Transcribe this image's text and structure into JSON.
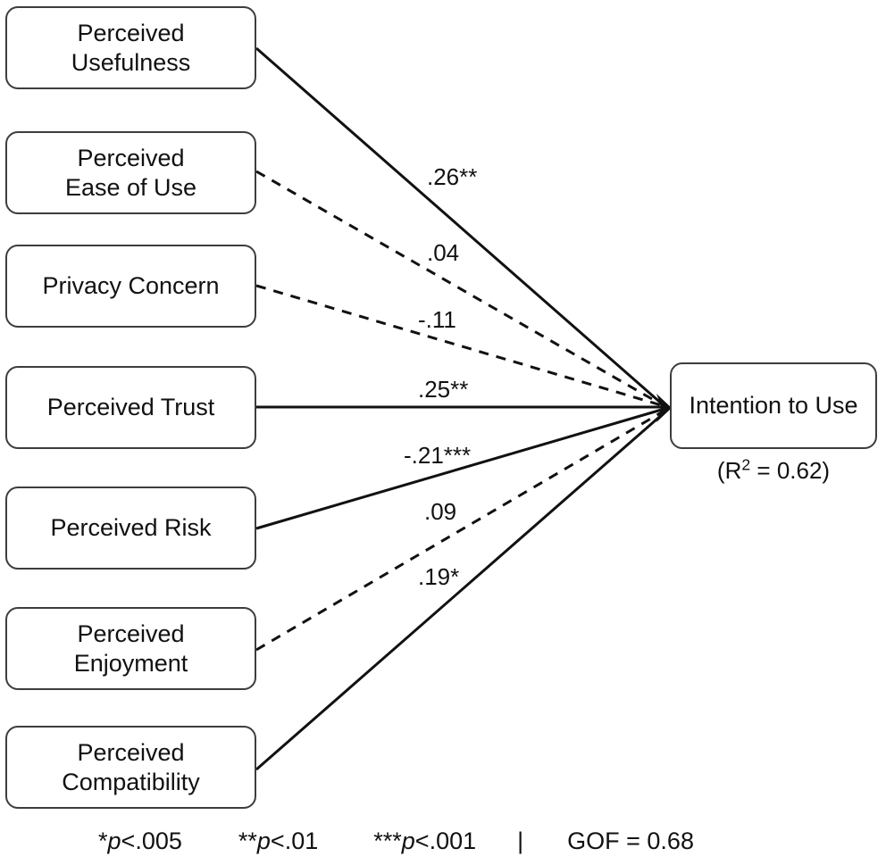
{
  "diagram": {
    "title": "Structural model path diagram",
    "predictors": [
      {
        "id": "perceived-usefulness",
        "label": "Perceived\nUsefulness"
      },
      {
        "id": "perceived-ease-of-use",
        "label": "Perceived\nEase of Use"
      },
      {
        "id": "privacy-concern",
        "label": "Privacy Concern"
      },
      {
        "id": "perceived-trust",
        "label": "Perceived Trust"
      },
      {
        "id": "perceived-risk",
        "label": "Perceived Risk"
      },
      {
        "id": "perceived-enjoyment",
        "label": "Perceived\nEnjoyment"
      },
      {
        "id": "perceived-compatibility",
        "label": "Perceived\nCompatibility"
      }
    ],
    "outcome": {
      "id": "intention-to-use",
      "label": "Intention to Use",
      "r2_prefix": "(R",
      "r2_exponent": "2",
      "r2_suffix": " = 0.62)"
    },
    "paths": [
      {
        "from": "perceived-usefulness",
        "to": "intention-to-use",
        "coefficient": ".26**",
        "style": "solid",
        "significant": true
      },
      {
        "from": "perceived-ease-of-use",
        "to": "intention-to-use",
        "coefficient": ".04",
        "style": "dashed",
        "significant": false
      },
      {
        "from": "privacy-concern",
        "to": "intention-to-use",
        "coefficient": "-.11",
        "style": "dashed",
        "significant": false
      },
      {
        "from": "perceived-trust",
        "to": "intention-to-use",
        "coefficient": ".25**",
        "style": "solid",
        "significant": true
      },
      {
        "from": "perceived-risk",
        "to": "intention-to-use",
        "coefficient": "-.21***",
        "style": "solid",
        "significant": true
      },
      {
        "from": "perceived-enjoyment",
        "to": "intention-to-use",
        "coefficient": ".09",
        "style": "dashed",
        "significant": false
      },
      {
        "from": "perceived-compatibility",
        "to": "intention-to-use",
        "coefficient": ".19*",
        "style": "solid",
        "significant": true
      }
    ],
    "legend": {
      "star1_stars": "*",
      "star1_text": "p",
      "star1_tail": "<.005",
      "star2_stars": "**",
      "star2_text": "p",
      "star2_tail": "<.01",
      "star3_stars": "***",
      "star3_text": "p",
      "star3_tail": "<.001",
      "divider": "|",
      "gof": "GOF = 0.68"
    },
    "colors": {
      "box_border": "#3d3d3d",
      "line": "#111111",
      "text": "#111111",
      "background": "#ffffff"
    }
  }
}
